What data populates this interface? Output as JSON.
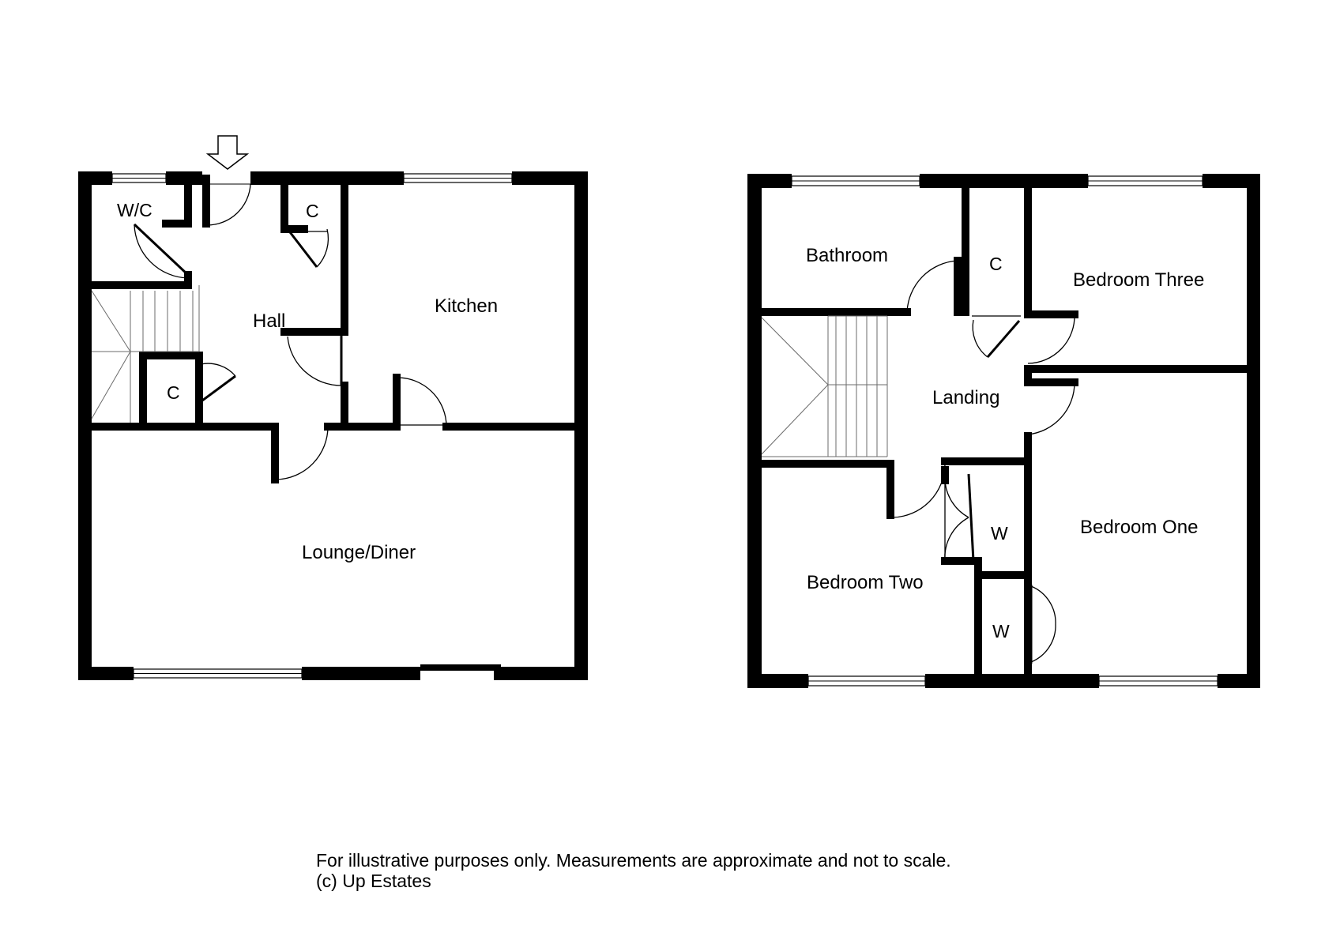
{
  "ground_floor": {
    "rooms": {
      "wc": "W/C",
      "hall": "Hall",
      "kitchen": "Kitchen",
      "lounge": "Lounge/Diner",
      "cupboard_top": "C",
      "cupboard_under": "C"
    }
  },
  "first_floor": {
    "rooms": {
      "bathroom": "Bathroom",
      "cupboard": "C",
      "bedroom_three": "Bedroom Three",
      "landing": "Landing",
      "bedroom_one": "Bedroom One",
      "bedroom_two": "Bedroom Two",
      "wardrobe_1": "W",
      "wardrobe_2": "W"
    }
  },
  "disclaimer": {
    "line1": "For illustrative purposes only. Measurements are approximate and not to scale.",
    "line2": "(c) Up Estates"
  }
}
